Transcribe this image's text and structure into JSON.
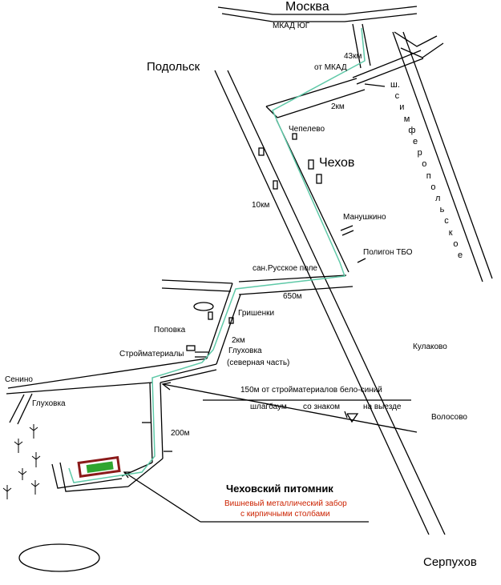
{
  "cities": {
    "moscow": "Москва",
    "podolsk": "Подольск",
    "chekhov": "Чехов",
    "serpukhov": "Серпухов"
  },
  "labels": {
    "mkad_south": "МКАД ЮГ",
    "km43": "43км",
    "from_mkad": "от МКАД",
    "km2_top": "2км",
    "chepelevo": "Чепелево",
    "km10": "10км",
    "manushkino": "Манушкино",
    "poligon": "Полигон ТБО",
    "san_russkoe": "сан.Русское поле",
    "m650": "650м",
    "grishenki": "Гришенки",
    "popovka": "Поповка",
    "km2_lower": "2км",
    "glukhovka_north_1": "Глуховка",
    "glukhovka_north_2": "(северная часть)",
    "stroymaterialy": "Стройматериалы",
    "kulakovo": "Кулаково",
    "senino": "Сенино",
    "glukhovka": "Глуховка",
    "m200": "200м",
    "volosovo": "Волосово",
    "note_line1": "150м от стройматериалов бело-синий",
    "note_line2_a": "шлагбаум",
    "note_line2_b": "со знаком",
    "note_line2_c": "на выезде"
  },
  "highway_letters": [
    "ш.",
    "с",
    "и",
    "м",
    "ф",
    "е",
    "р",
    "о",
    "п",
    "о",
    "л",
    "ь",
    "с",
    "к",
    "о",
    "е"
  ],
  "nursery": {
    "title": "Чеховский питомник",
    "fence_line1": "Вишневый металлический забор",
    "fence_line2": "с кирпичными столбами"
  },
  "colors": {
    "road": "#000000",
    "route": "#5fc9a8",
    "fence": "#8b1a1a",
    "nursery_fill": "#2fa52f",
    "nursery_text": "#cc2200"
  }
}
